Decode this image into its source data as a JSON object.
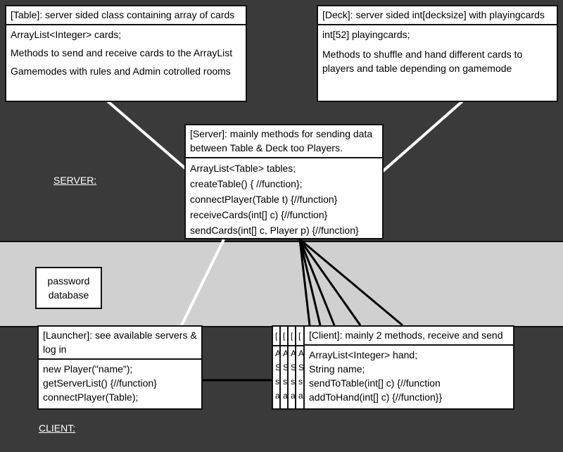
{
  "regions": {
    "server_label": "SERVER:",
    "client_label": "CLIENT:"
  },
  "table_box": {
    "header": "[Table]: server sided class containing array of cards",
    "lines": [
      "ArrayList<Integer> cards;",
      "Methods to send and receive cards to the ArrayList",
      "Gamemodes with rules and Admin cotrolled rooms"
    ]
  },
  "deck_box": {
    "header": "[Deck]: server sided int[decksize] with playingcards",
    "lines": [
      "int[52] playingcards;",
      "Methods to shuffle and hand different cards to players and table depending on gamemode"
    ]
  },
  "server_box": {
    "header": "[Server]: mainly methods for sending data between Table & Deck too Players.",
    "lines": [
      "ArrayList<Table> tables;",
      "createTable() { //function};",
      "connectPlayer(Table t) {//function}",
      "receiveCards(int[] c) {//function}",
      "sendCards(int[] c, Player p) {//function}"
    ]
  },
  "password_box": {
    "text": "password database"
  },
  "launcher_box": {
    "header": "[Launcher]: see available servers & log in",
    "lines": [
      "new Player(\"name\");",
      "getServerList() {//function}",
      "connectPlayer(Table);"
    ]
  },
  "client_box": {
    "header": "[Client]: mainly 2 methods, receive and send",
    "lines": [
      "ArrayList<Integer> hand;",
      "String name;",
      "sendToTable(int[] c) {//function",
      "addToHand(int[] c) {//function}}"
    ]
  },
  "client_stack_cards": [
    {
      "h": "[",
      "l": [
        "A",
        "S",
        "s",
        "a"
      ]
    },
    {
      "h": "[",
      "l": [
        "A",
        "S",
        "s",
        "a"
      ]
    },
    {
      "h": "[",
      "l": [
        "A",
        "S",
        "s",
        "a"
      ]
    },
    {
      "h": "[",
      "l": [
        "A",
        "S",
        "s",
        "a"
      ]
    }
  ],
  "colors": {
    "dark_background": "#3a3a3a",
    "middle_band": "#d0d0d0",
    "box_fill": "#ffffff",
    "line_color": "#ffffff"
  }
}
